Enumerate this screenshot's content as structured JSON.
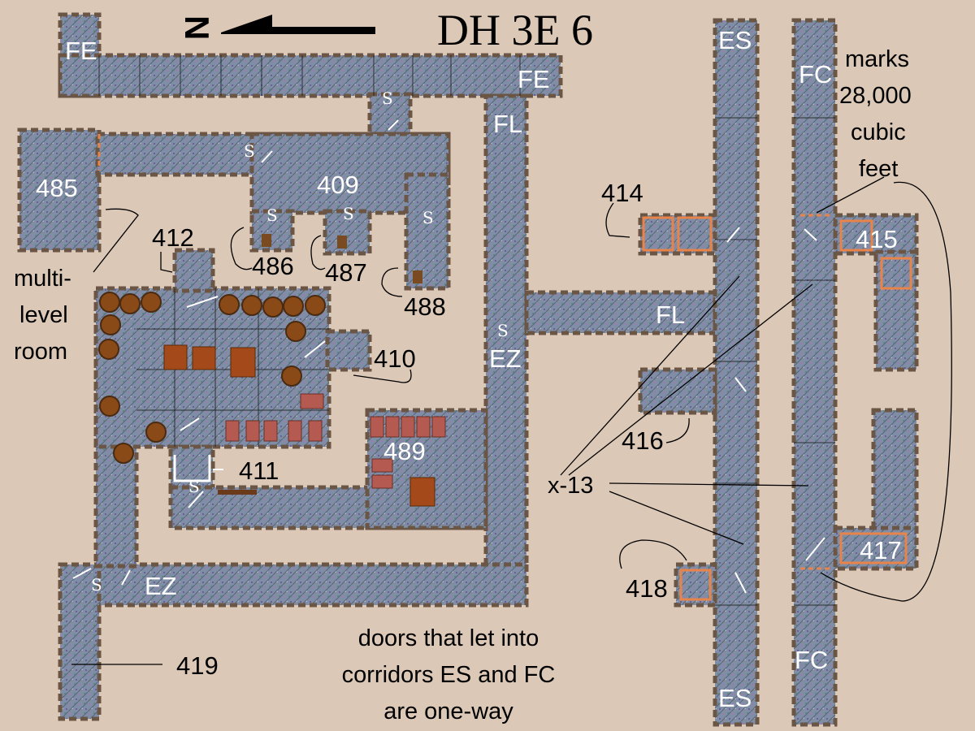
{
  "title": "DH 3E 6",
  "compass": {
    "letter": "N",
    "icon": "north-arrow-icon"
  },
  "corridors": {
    "fe_top_left": "FE",
    "fe_top_right": "FE",
    "fl_top": "FL",
    "fl_mid": "FL",
    "ez_mid": "EZ",
    "ez_bottom": "EZ",
    "es_top": "ES",
    "es_bottom": "ES",
    "fc_top": "FC",
    "fc_bottom": "FC"
  },
  "rooms": {
    "r485": "485",
    "r409": "409",
    "r412": "412",
    "r486": "486",
    "r487": "487",
    "r488": "488",
    "r410": "410",
    "r411": "411",
    "r489": "489",
    "r414": "414",
    "r415": "415",
    "r416": "416",
    "r417": "417",
    "r418": "418",
    "r419": "419"
  },
  "secret_door_mark": "S",
  "notes": {
    "multi_level": [
      "multi-",
      "level",
      "room"
    ],
    "marks": [
      "marks",
      "28,000",
      "cubic",
      "feet"
    ],
    "x13": "x-13",
    "doors": [
      "doors that let into",
      "corridors ES and FC",
      "are one-way"
    ]
  },
  "colors": {
    "background": "#dcc8b6",
    "floor": "#7f8ea6",
    "wall": "#6b5544",
    "door": "#e8844a"
  }
}
